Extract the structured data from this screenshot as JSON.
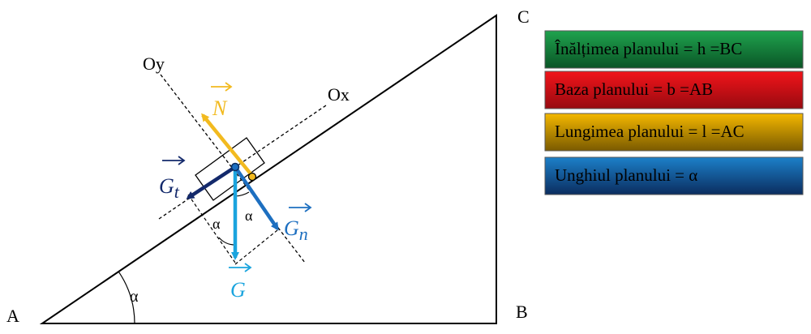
{
  "points": {
    "A": "A",
    "B": "B",
    "C": "C"
  },
  "angle_symbol": "α",
  "axes": {
    "ox": "Ox",
    "oy": "Oy"
  },
  "forces": {
    "N": {
      "letter": "N",
      "sub": "",
      "color": "#F2BA1F"
    },
    "G": {
      "letter": "G",
      "sub": "",
      "color": "#1AA4DE"
    },
    "Gt": {
      "letter": "G",
      "sub": "t",
      "color": "#13296B"
    },
    "Gn": {
      "letter": "G",
      "sub": "n",
      "color": "#1D6FC0"
    }
  },
  "legend": [
    {
      "text": "Înălțimea planului = h =BC",
      "color": "#1FA34E",
      "color_dark": "#0A5526"
    },
    {
      "text": "Baza planului = b =AB",
      "color": "#F2141A",
      "color_dark": "#970A10"
    },
    {
      "text": "Lungimea planului = l =AC",
      "color": "#F4B800",
      "color_dark": "#7A5A00"
    },
    {
      "text": "Unghiul planului = α",
      "color": "#1C80C9",
      "color_dark": "#0B2D5F"
    }
  ]
}
